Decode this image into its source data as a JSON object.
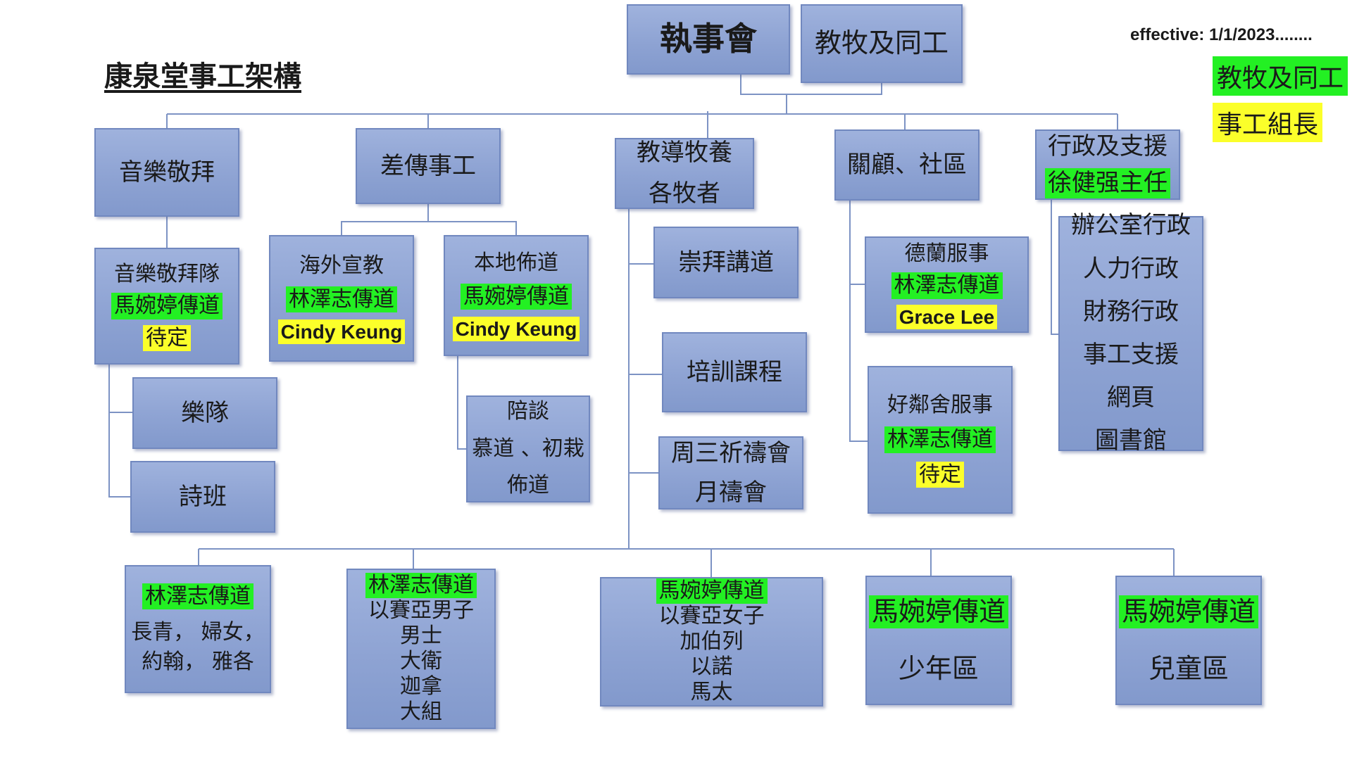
{
  "title": "康泉堂事工架構",
  "effective": "effective: 1/1/2023........",
  "legend": {
    "staff": "教牧及同工",
    "leader": "事工組長"
  },
  "colors": {
    "box": "#8ea3d3",
    "staff_highlight": "#23f023",
    "leader_highlight": "#fbff2a",
    "line": "#7d93c4"
  },
  "top": {
    "board": "執事會",
    "pastoral_staff": "教牧及同工"
  },
  "music": {
    "name": "音樂敬拜",
    "team": "音樂敬拜隊",
    "team_staff": "馬婉婷傳道",
    "team_leader": "待定",
    "band": "樂隊",
    "choir": "詩班"
  },
  "mission": {
    "name": "差傳事工",
    "overseas": "海外宣教",
    "overseas_staff": "林澤志傳道",
    "overseas_leader": "Cindy Keung",
    "local": "本地佈道",
    "local_staff": "馬婉婷傳道",
    "local_leader": "Cindy Keung",
    "evangel": [
      "陪談",
      "慕道 、初栽",
      "佈道"
    ]
  },
  "teaching": {
    "name": "教導牧養",
    "sub": "各牧者",
    "worship": "崇拜講道",
    "training": "培訓課程",
    "prayer": [
      "周三祈禱會",
      "月禱會"
    ]
  },
  "care": {
    "name": "關顧、社區",
    "delan": "德蘭服事",
    "delan_staff": "林澤志傳道",
    "delan_leader": "Grace Lee",
    "neighbor": "好鄰舍服事",
    "neighbor_staff": "林澤志傳道",
    "neighbor_leader": "待定"
  },
  "admin": {
    "name": "行政及支援",
    "head": "徐健强主任",
    "items": [
      "辦公室行政",
      "人力行政",
      "財務行政",
      "事工支援",
      "網頁",
      "圖書館"
    ]
  },
  "groups": [
    {
      "staff": "林澤志傳道",
      "lines": [
        "長青， 婦女，",
        "約翰， 雅各"
      ]
    },
    {
      "staff": "林澤志傳道",
      "lines": [
        "以賽亞男子",
        "男士",
        "大衛",
        "迦拿",
        "大組"
      ]
    },
    {
      "staff": "馬婉婷傳道",
      "lines": [
        "以賽亞女子",
        "加伯列",
        "以諾",
        "馬太"
      ]
    },
    {
      "staff": "馬婉婷傳道",
      "lines": [
        "少年區"
      ]
    },
    {
      "staff": "馬婉婷傳道",
      "lines": [
        "兒童區"
      ]
    }
  ]
}
